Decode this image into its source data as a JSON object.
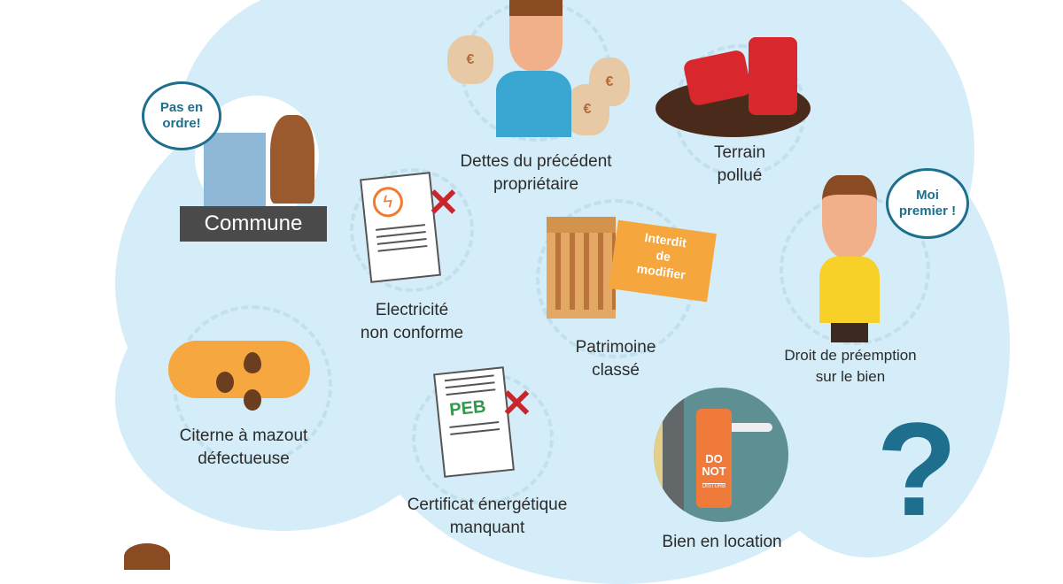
{
  "items": {
    "commune": {
      "label": "Commune",
      "bubble": "Pas en ordre!"
    },
    "dettes": {
      "label_line1": "Dettes du précédent",
      "label_line2": "propriétaire",
      "currency": "€"
    },
    "terrain": {
      "label_line1": "Terrain",
      "label_line2": "pollué"
    },
    "electricite": {
      "label_line1": "Electricité",
      "label_line2": "non conforme"
    },
    "patrimoine": {
      "label_line1": "Patrimoine",
      "label_line2": "classé",
      "sign_line1": "Interdit",
      "sign_line2": "de",
      "sign_line3": "modifier"
    },
    "preemption": {
      "label_line1": "Droit de préemption",
      "label_line2": "sur le bien",
      "bubble_line1": "Moi",
      "bubble_line2": "premier !"
    },
    "citerne": {
      "label_line1": "Citerne à mazout",
      "label_line2": "défectueuse"
    },
    "peb": {
      "label_line1": "Certificat énergétique",
      "label_line2": "manquant",
      "doc_text": "PEB"
    },
    "location": {
      "label": "Bien en location",
      "tag_line1": "DO",
      "tag_line2": "NOT",
      "tag_line3": "DISTURB"
    },
    "question": {
      "symbol": "?"
    }
  },
  "colors": {
    "cloud": "#d4edf8",
    "accent_blue": "#1e6f8e",
    "orange": "#f59a3c",
    "red": "#c8262c"
  }
}
